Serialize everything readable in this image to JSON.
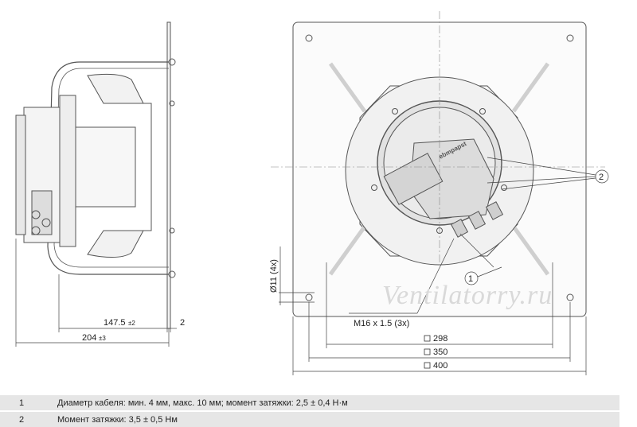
{
  "side_view": {
    "dim_depth_mounting": "147.5",
    "dim_depth_mounting_tol": "±2",
    "dim_plate": "2",
    "dim_depth_total": "204",
    "dim_depth_total_tol": "±3"
  },
  "front_view": {
    "dim_hole_dia": "Ø11 (4x)",
    "dim_thread": "M16 x 1.5 (3x)",
    "dim_298": "298",
    "dim_350": "350",
    "dim_400": "400",
    "callout_1": "1",
    "callout_2": "2",
    "motor_brand": "ebmpapst"
  },
  "watermark": "Ventilatorry.ru",
  "legend": [
    {
      "num": "1",
      "text": "Диаметр кабеля: мин. 4 мм, макс. 10 мм; момент затяжки: 2,5 ± 0,4 Н·м"
    },
    {
      "num": "2",
      "text": "Момент затяжки: 3,5 ± 0,5 Нм"
    }
  ],
  "colors": {
    "line": "#555555",
    "fill_light": "#f2f2f2",
    "fill_mid": "#d6d6d6",
    "legend_bg": "#e6e6e6"
  }
}
